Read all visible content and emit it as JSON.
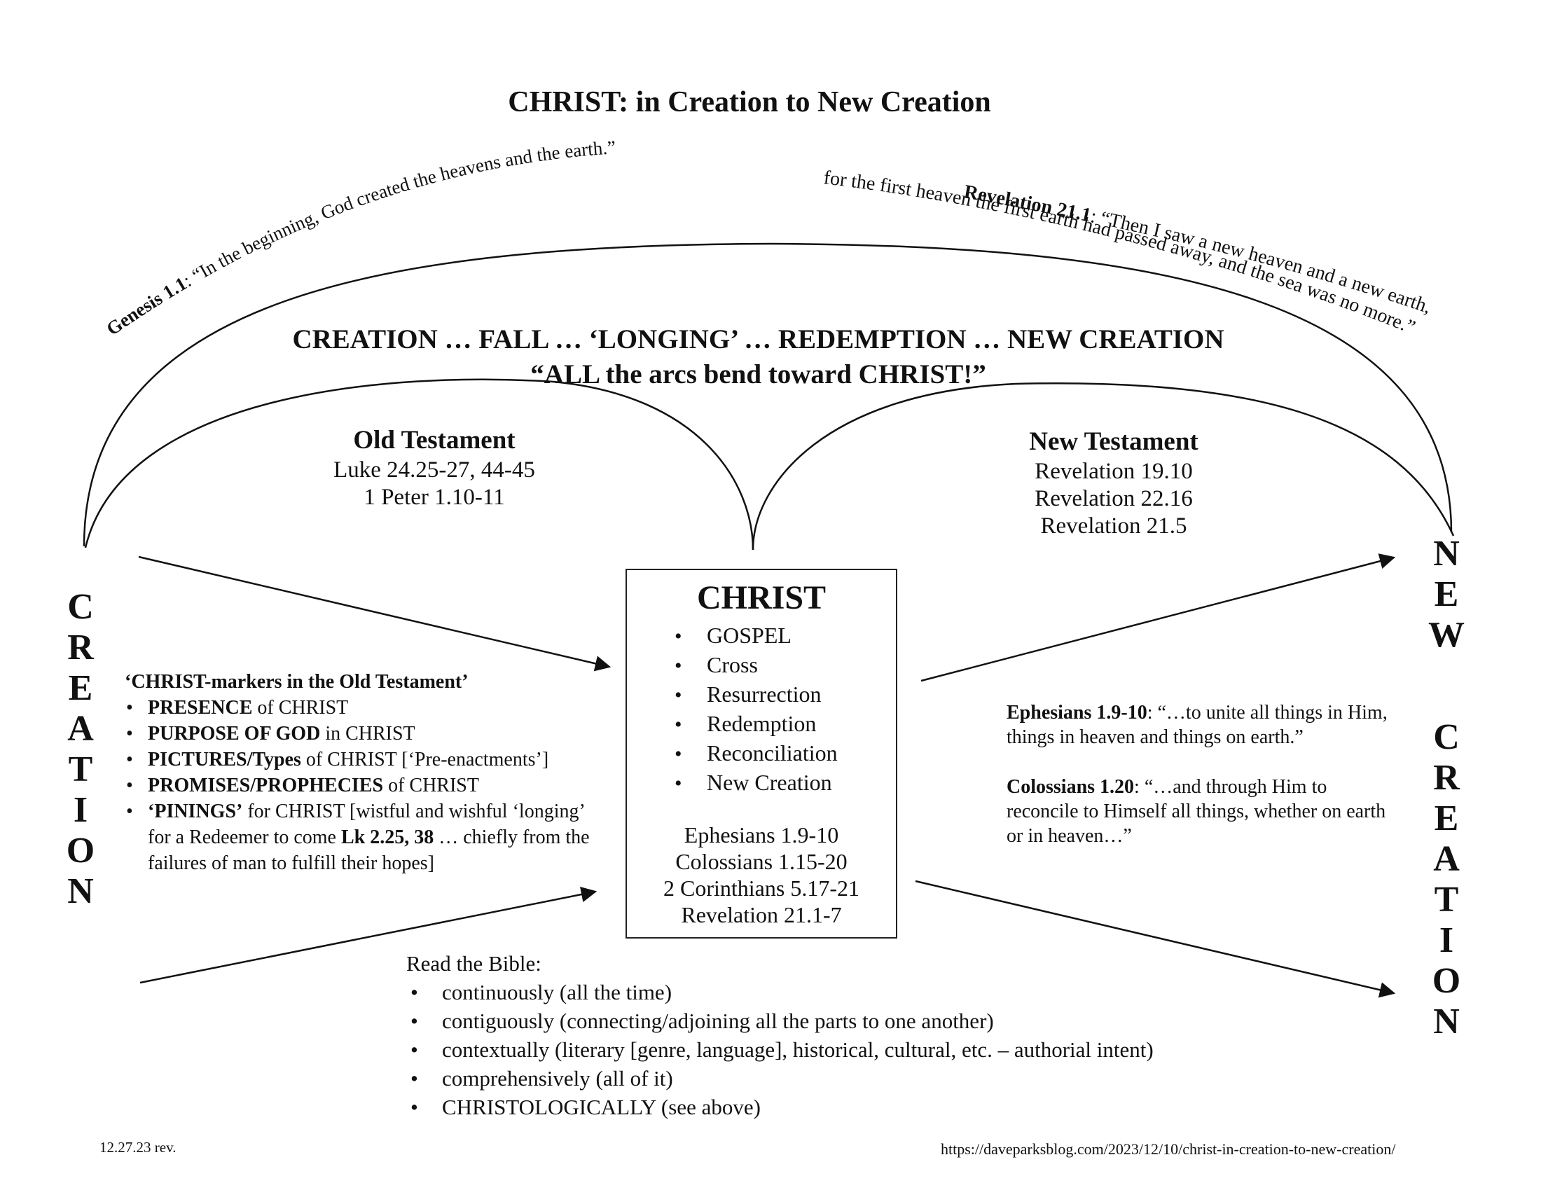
{
  "title": "CHRIST: in Creation to New Creation",
  "genesis": {
    "ref": "Genesis 1.1",
    "text": ": “In the beginning, God created the heavens and the earth.”"
  },
  "revelation": {
    "ref": "Revelation 21.1",
    "line1": ": “Then I saw a new heaven and a new earth,",
    "line2": "for the first heaven the first earth had passed away, and the sea was no more.”"
  },
  "sequence": "CREATION … FALL … ‘LONGING’ … REDEMPTION … NEW CREATION",
  "tagline": "“ALL the arcs bend toward CHRIST!”",
  "old_testament": {
    "heading": "Old Testament",
    "refs": [
      "Luke 24.25-27, 44-45",
      "1 Peter 1.10-11"
    ]
  },
  "new_testament": {
    "heading": "New Testament",
    "refs": [
      "Revelation 19.10",
      "Revelation 22.16",
      "Revelation 21.5"
    ]
  },
  "creation_letters": [
    "C",
    "R",
    "E",
    "A",
    "T",
    "I",
    "O",
    "N"
  ],
  "new_letters": [
    "N",
    "E",
    "W"
  ],
  "new_creation_letters": [
    "C",
    "R",
    "E",
    "A",
    "T",
    "I",
    "O",
    "N"
  ],
  "christ_box": {
    "title": "CHRIST",
    "items": [
      "GOSPEL",
      "Cross",
      "Resurrection",
      "Redemption",
      "Reconciliation",
      "New Creation"
    ],
    "refs": [
      "Ephesians 1.9-10",
      "Colossians 1.15-20",
      "2 Corinthians 5.17-21",
      "Revelation 21.1-7"
    ]
  },
  "markers": {
    "heading": "‘CHRIST-markers in the Old Testament’",
    "items": [
      {
        "bold": "PRESENCE",
        "text": " of CHRIST"
      },
      {
        "bold": "PURPOSE OF GOD",
        "text": " in CHRIST"
      },
      {
        "bold": "PICTURES/Types",
        "text": " of CHRIST [‘Pre-enactments’]"
      },
      {
        "bold": "PROMISES/PROPHECIES",
        "text": " of CHRIST"
      },
      {
        "bold": "‘PININGS’",
        "text": " for CHRIST [wistful and wishful ‘longing’ for a Redeemer to come ",
        "bold2": "Lk 2.25, 38",
        "text2": " … chiefly from the failures of man to fulfill their hopes]"
      }
    ]
  },
  "quotes": [
    {
      "ref": "Ephesians 1.9-10",
      "text": ": “…to unite all things in Him, things in heaven and things on earth.”"
    },
    {
      "ref": "Colossians 1.20",
      "text": ": “…and through Him to reconcile to Himself all things, whether on earth or in heaven…”"
    }
  ],
  "read_bible": {
    "heading": "Read the Bible:",
    "items": [
      "continuously (all the time)",
      "contiguously (connecting/adjoining all the parts to one another)",
      "contextually (literary [genre, language], historical, cultural, etc. – authorial intent)",
      "comprehensively (all of it)",
      "CHRISTOLOGICALLY (see above)"
    ]
  },
  "footer": {
    "revision": "12.27.23 rev.",
    "url": "https://daveparksblog.com/2023/12/10/christ-in-creation-to-new-creation/"
  }
}
